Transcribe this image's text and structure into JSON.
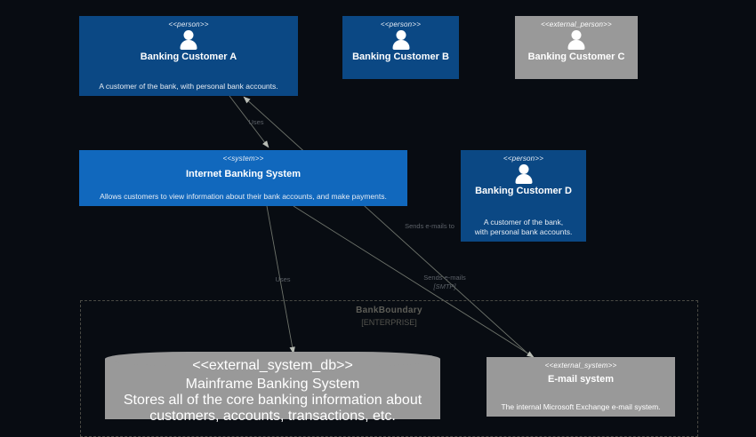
{
  "diagram": {
    "title": "C4 System Context Diagram",
    "background_color": "#080c12",
    "colors": {
      "person": "#0b4884",
      "system": "#1168bd",
      "external": "#999999",
      "boundary_border": "#4a4a44",
      "edge": "#767b72"
    }
  },
  "boundary": {
    "name": "BankBoundary",
    "type": "[ENTERPRISE]"
  },
  "nodes": [
    {
      "id": "customer-a",
      "stereotype": "<<person>>",
      "title": "Banking Customer A",
      "description": "A customer of the bank, with personal bank accounts.",
      "icon": "person-icon",
      "style": "blue-person"
    },
    {
      "id": "customer-b",
      "stereotype": "<<person>>",
      "title": "Banking Customer B",
      "description": "",
      "icon": "person-icon",
      "style": "blue-person"
    },
    {
      "id": "customer-c",
      "stereotype": "<<external_person>>",
      "title": "Banking Customer C",
      "description": "",
      "icon": "person-icon",
      "style": "grey-box"
    },
    {
      "id": "customer-d",
      "stereotype": "<<person>>",
      "title": "Banking Customer D",
      "description_line1": "A customer of the bank,",
      "description_line2": "with personal bank accounts.",
      "icon": "person-icon",
      "style": "blue-person"
    },
    {
      "id": "internet-banking-system",
      "stereotype": "<<system>>",
      "title": "Internet Banking System",
      "description": "Allows customers to view information about their bank accounts, and make payments.",
      "style": "blue-system"
    },
    {
      "id": "mainframe-banking-system",
      "stereotype": "<<external_system_db>>",
      "title": "Mainframe Banking System",
      "description": "Stores all of the core banking information about customers, accounts, transactions, etc.",
      "style": "grey-database"
    },
    {
      "id": "email-system",
      "stereotype": "<<external_system>>",
      "title": "E-mail system",
      "description": "The internal Microsoft Exchange e-mail system.",
      "style": "grey-box"
    }
  ],
  "edges": [
    {
      "id": "edge-uses-ibs",
      "label": "Uses",
      "protocol": "",
      "from": "customer-a",
      "to": "internet-banking-system"
    },
    {
      "id": "edge-uses-mainframe",
      "label": "Uses",
      "protocol": "",
      "from": "internet-banking-system",
      "to": "mainframe-banking-system"
    },
    {
      "id": "edge-sends-emails-to",
      "label": "Sends e-mails to",
      "protocol": "",
      "from": "email-system",
      "to": "customer-a"
    },
    {
      "id": "edge-sends-emails-smtp",
      "label": "Sends e-mails",
      "protocol": "[SMTP]",
      "from": "internet-banking-system",
      "to": "email-system"
    }
  ]
}
